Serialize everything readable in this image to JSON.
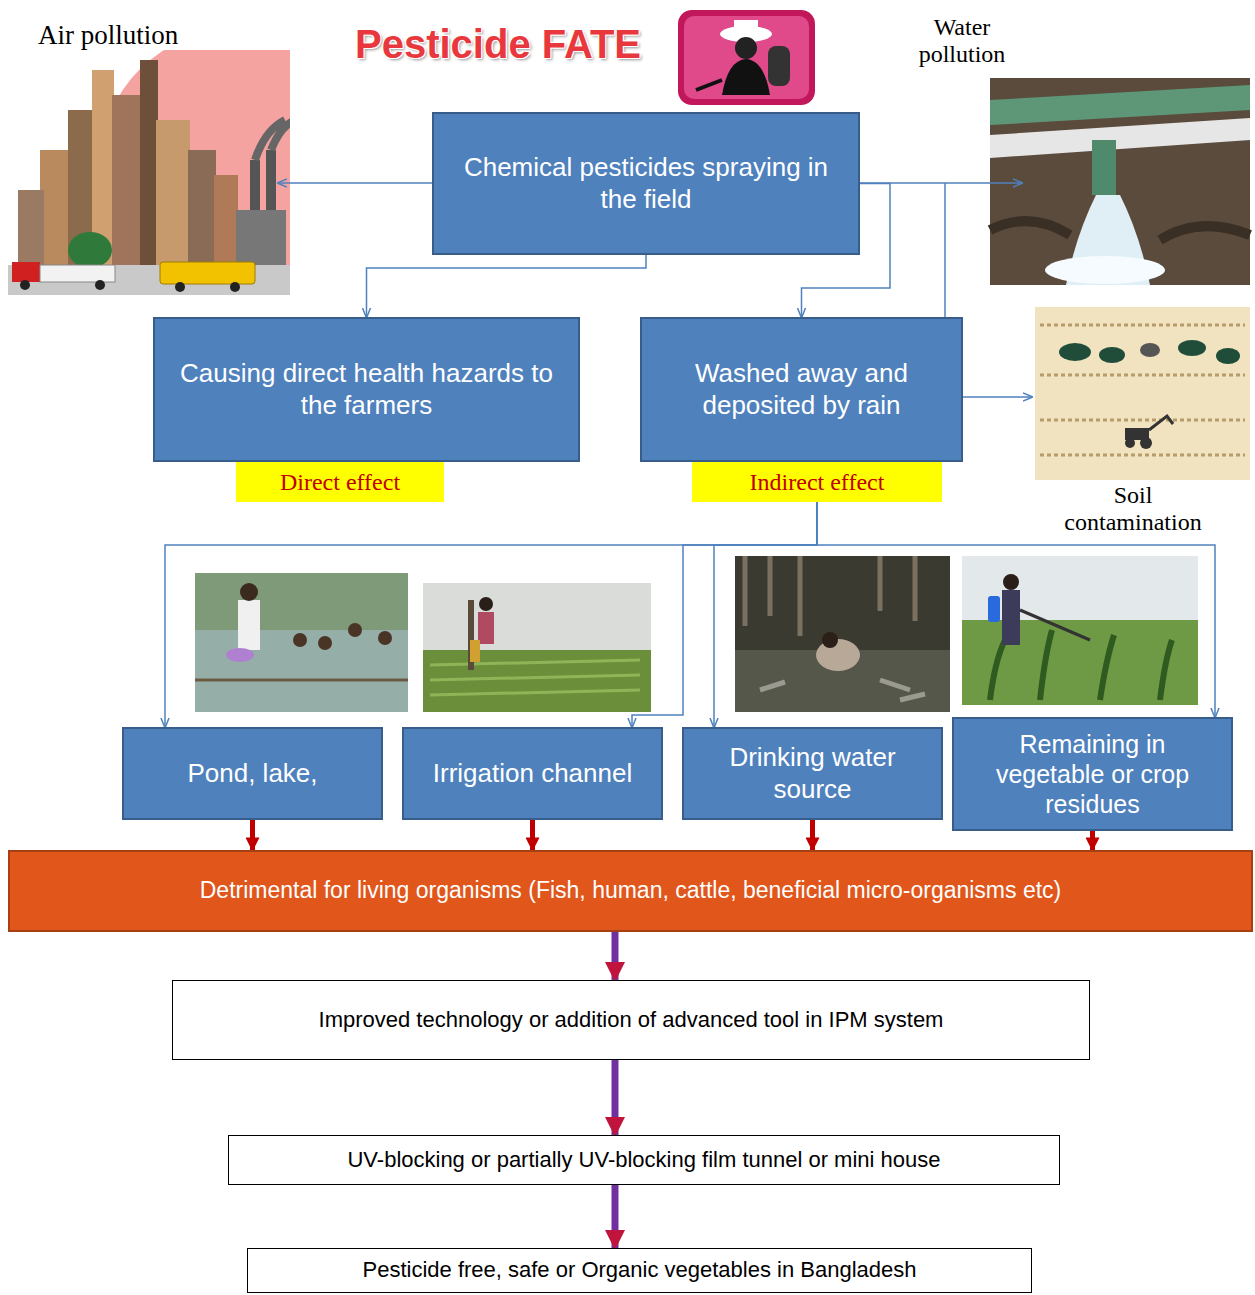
{
  "diagram": {
    "title": "Pesticide FATE",
    "nodes": [
      {
        "text": [
          "Chemical pesticides spraying in the field"
        ]
      },
      {
        "text": [
          "Causing direct health hazards to the farmers"
        ]
      },
      {
        "text": [
          "Direct effect"
        ]
      },
      {
        "text": [
          "Washed away and deposited by rain"
        ]
      },
      {
        "text": [
          "Indirect effect"
        ]
      },
      {
        "text": [
          "Pond, lake,"
        ]
      },
      {
        "text": [
          "Irrigation channel"
        ]
      },
      {
        "text": [
          "Drinking water source"
        ]
      },
      {
        "text": [
          "Remaining in vegetable or crop residues"
        ]
      },
      {
        "text": [
          "Detrimental for living organisms (Fish, human, cattle, beneficial micro-organisms etc)"
        ]
      },
      {
        "text": [
          "Improved technology or addition of advanced tool in IPM system"
        ]
      },
      {
        "text": [
          "UV-blocking or partially UV-blocking film tunnel or mini house"
        ]
      },
      {
        "text": [
          "Pesticide free, safe or Organic vegetables in Bangladesh"
        ]
      }
    ],
    "edges": [
      {
        "from": 0,
        "to": 1,
        "arrow": "to"
      },
      {
        "from": 0,
        "to": 3,
        "arrow": "to"
      },
      {
        "from": 4,
        "to": 5,
        "arrow": "to"
      },
      {
        "from": 4,
        "to": 6,
        "arrow": "to"
      },
      {
        "from": 4,
        "to": 7,
        "arrow": "to"
      },
      {
        "from": 4,
        "to": 8,
        "arrow": "to"
      },
      {
        "from": 5,
        "to": 9,
        "arrow": "to"
      },
      {
        "from": 6,
        "to": 9,
        "arrow": "to"
      },
      {
        "from": 7,
        "to": 9,
        "arrow": "to"
      },
      {
        "from": 8,
        "to": 9,
        "arrow": "to"
      },
      {
        "from": 9,
        "to": 10,
        "arrow": "to"
      },
      {
        "from": 10,
        "to": 11,
        "arrow": "to"
      },
      {
        "from": 11,
        "to": 12,
        "arrow": "to"
      }
    ],
    "labels": [
      "Air pollution",
      "Water pollution",
      "Soil contamination"
    ]
  }
}
